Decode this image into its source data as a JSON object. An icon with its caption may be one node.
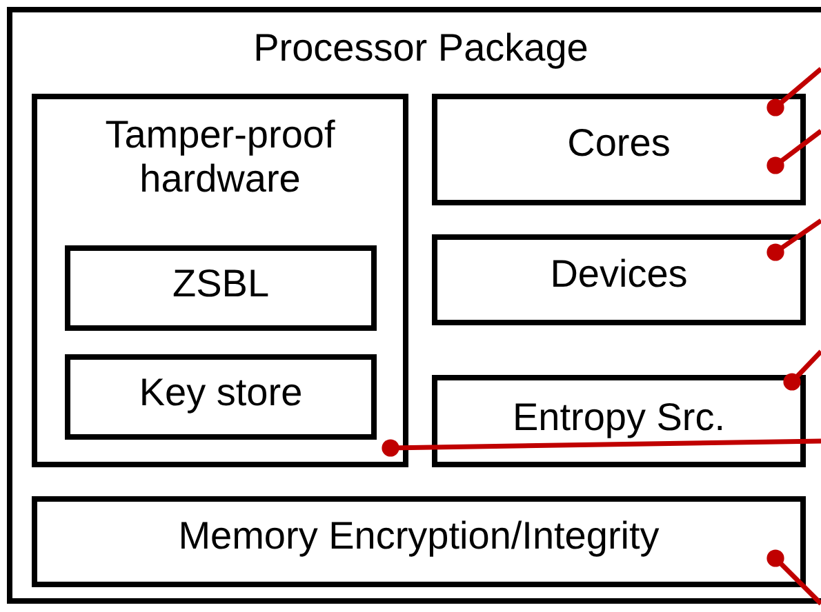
{
  "diagram": {
    "nodes": [
      {
        "text": [
          "Processor Package"
        ]
      },
      {
        "text": [
          "Tamper-proof hardware"
        ],
        "in": 0
      },
      {
        "text": [
          "ZSBL"
        ],
        "in": 1
      },
      {
        "text": [
          "Key store"
        ],
        "in": 1
      },
      {
        "text": [
          "Cores"
        ],
        "in": 0
      },
      {
        "text": [
          "Devices"
        ],
        "in": 0
      },
      {
        "text": [
          "Entropy Src."
        ],
        "in": 0
      },
      {
        "text": [
          "Memory Encryption/Integrity"
        ],
        "in": 0
      }
    ],
    "edges": [
      {
        "from": null,
        "to": 4,
        "arrow": "other",
        "color": "#c00000"
      },
      {
        "from": null,
        "to": 4,
        "arrow": "other",
        "color": "#c00000"
      },
      {
        "from": null,
        "to": 5,
        "arrow": "other",
        "color": "#c00000"
      },
      {
        "from": null,
        "to": 6,
        "arrow": "other",
        "color": "#c00000"
      },
      {
        "from": null,
        "to": 3,
        "arrow": "other",
        "color": "#c00000"
      },
      {
        "from": null,
        "to": 7,
        "arrow": "other",
        "color": "#c00000"
      }
    ]
  }
}
